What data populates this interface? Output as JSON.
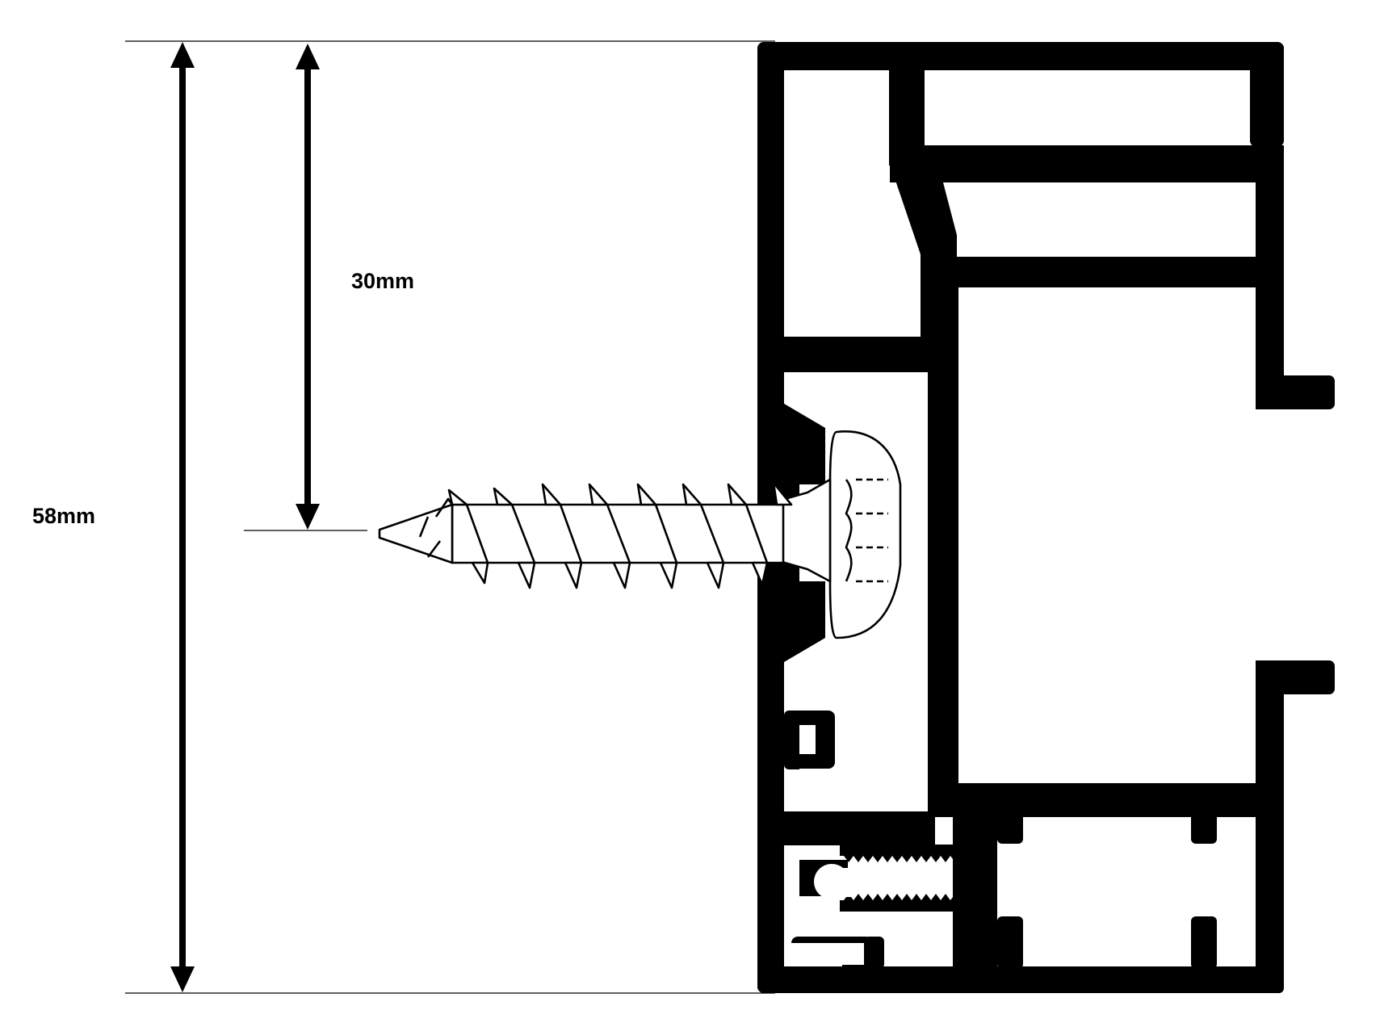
{
  "dimensions": {
    "overall_height_label": "58mm",
    "fixing_height_label": "30mm"
  },
  "colors": {
    "profile": "#000000",
    "background": "#ffffff",
    "screw_fill": "#ffffff",
    "screw_outline": "#000000"
  },
  "icons": {
    "dimension_arrow": "double-headed-arrow",
    "fastener": "screw-icon"
  }
}
